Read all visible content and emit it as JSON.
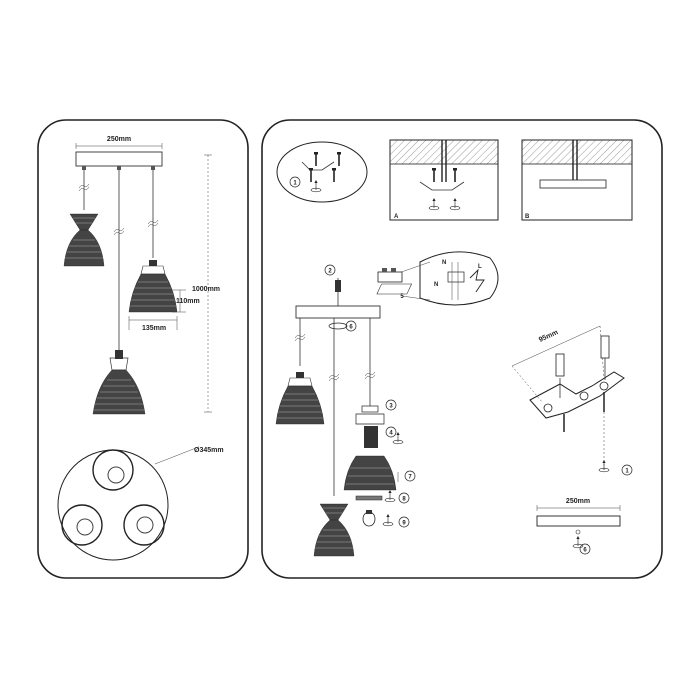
{
  "left_panel": {
    "width_label": "250mm",
    "height_label": "1000mm",
    "drop_label": "110mm",
    "shade_width_label": "135mm",
    "canopy_diameter_label": "Ø345mm"
  },
  "right_panel": {
    "step_numbers": [
      "1",
      "2",
      "3",
      "4",
      "5",
      "6",
      "7",
      "8",
      "9"
    ],
    "box_a_label": "A",
    "box_b_label": "B",
    "bracket_hole_label": "95mm",
    "bar_width_label": "250mm",
    "neutral_label": "N",
    "live_label": "L"
  }
}
